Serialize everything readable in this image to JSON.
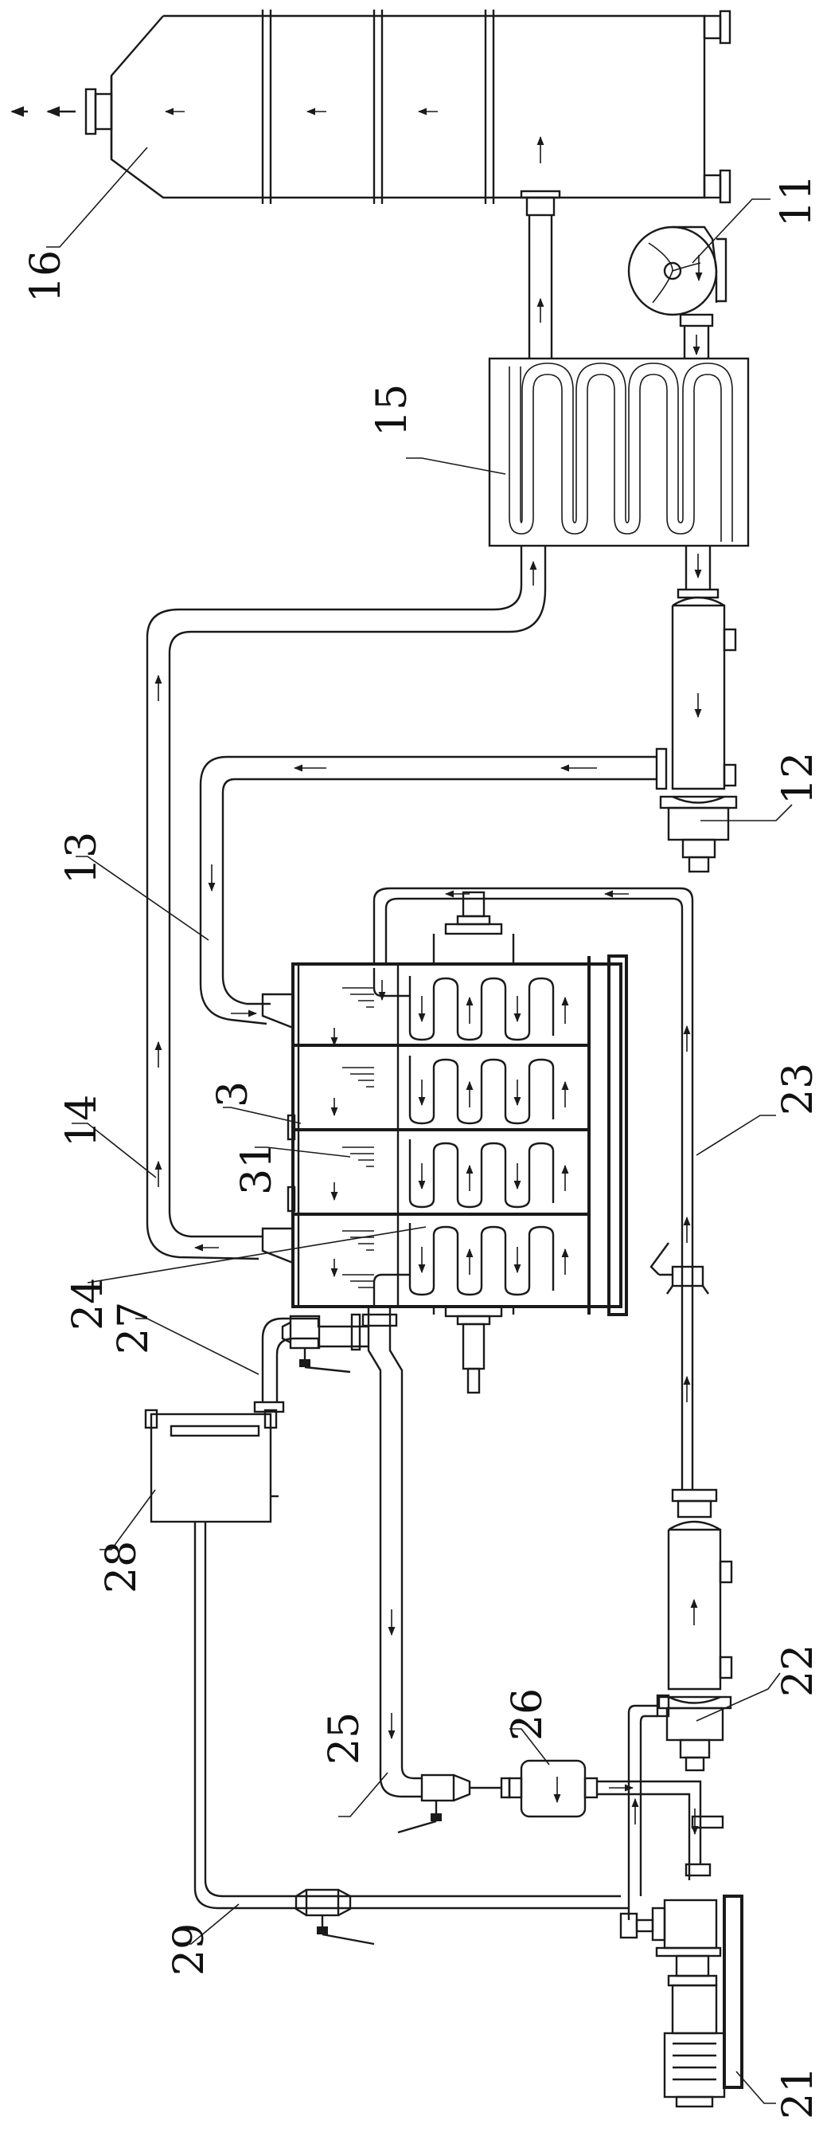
{
  "labels": {
    "l3": "3",
    "l11": "11",
    "l12": "12",
    "l13": "13",
    "l14": "14",
    "l15": "15",
    "l16": "16",
    "l21": "21",
    "l22": "22",
    "l23": "23",
    "l24": "24",
    "l25": "25",
    "l26": "26",
    "l27": "27",
    "l28": "28",
    "l29": "29",
    "l31": "31"
  },
  "colors": {
    "line": "#1a1a1a",
    "background": "#ffffff"
  }
}
